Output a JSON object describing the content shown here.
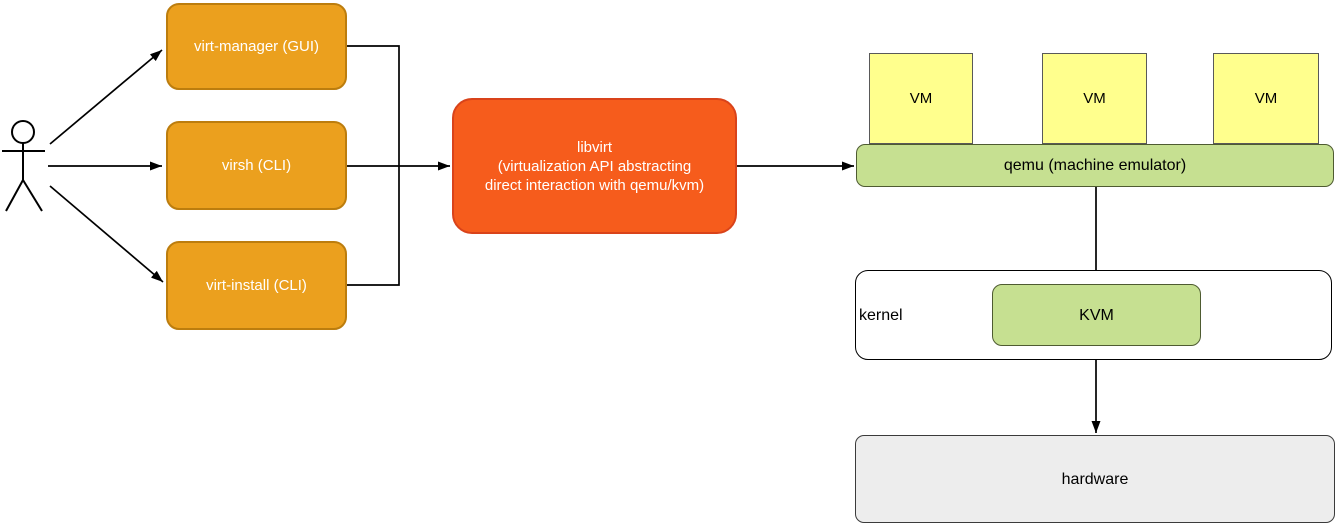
{
  "diagram": {
    "description": "virtualization stack architecture diagram",
    "actor": {
      "name": "user"
    },
    "nodes": {
      "virt_manager": {
        "label": "virt-manager (GUI)"
      },
      "virsh": {
        "label": "virsh (CLI)"
      },
      "virt_install": {
        "label": "virt-install (CLI)"
      },
      "libvirt": {
        "label": "libvirt\n(virtualization API abstracting\ndirect interaction with qemu/kvm)"
      },
      "vms": [
        "VM",
        "VM",
        "VM"
      ],
      "qemu": {
        "label": "qemu (machine emulator)"
      },
      "kernel": {
        "label": "kernel"
      },
      "kvm": {
        "label": "KVM"
      },
      "hardware": {
        "label": "hardware"
      }
    },
    "edges": [
      "user -> virt-manager (GUI)",
      "user -> virsh (CLI)",
      "user -> virt-install (CLI)",
      "virt-manager/virsh/virt-install -> libvirt",
      "libvirt -> qemu (machine emulator)",
      "qemu -> kernel",
      "KVM -> hardware"
    ],
    "colors": {
      "orangeFill": "#EBA01E",
      "orangeStroke": "#BC7D0E",
      "redOrangeFill": "#F65C1C",
      "redOrangeStroke": "#D9431A",
      "yellowFill": "#FFFF8D",
      "yellowStroke": "#595959",
      "greenFill": "#C6E091",
      "greenStroke": "#4E5B31",
      "grayFill": "#EDEDED",
      "grayStroke": "#3B3B3B",
      "whiteFill": "#FFFFFF",
      "blackStroke": "#000000",
      "lineColor": "#000000"
    }
  }
}
